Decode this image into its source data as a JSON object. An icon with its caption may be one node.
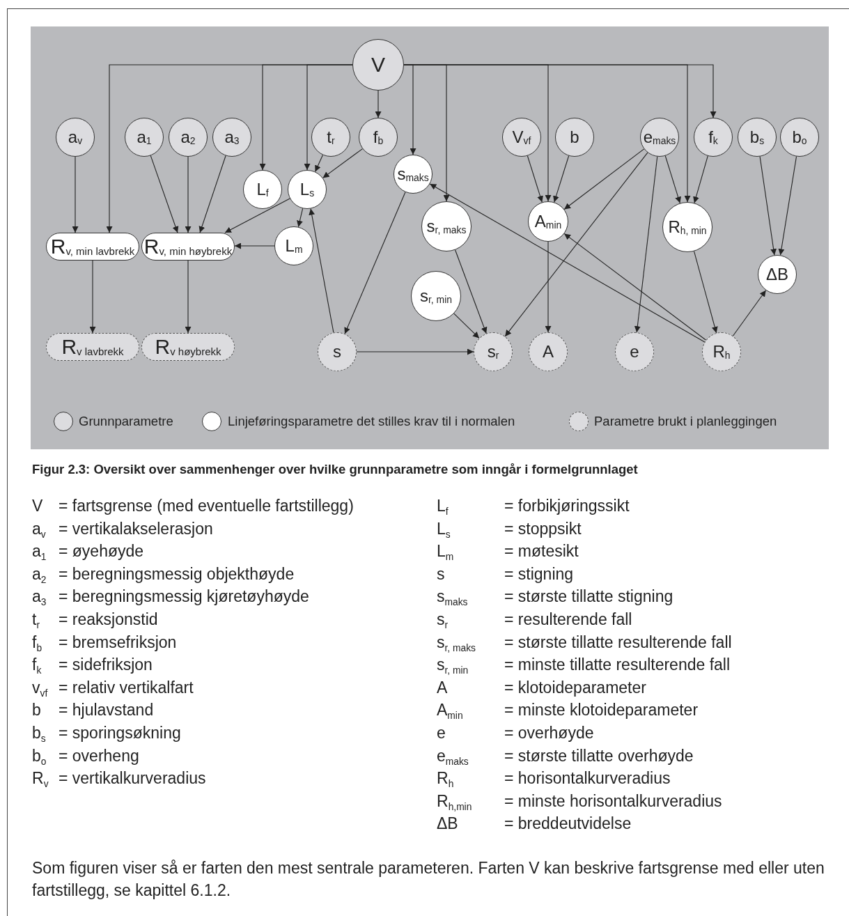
{
  "diagram": {
    "caption": "Figur 2.3: Oversikt over sammenhenger over hvilke grunnparametre som inngår i formelgrunnlaget",
    "nodes": [
      {
        "text": [
          "V"
        ]
      },
      {
        "text": [
          "a$_{v}$"
        ]
      },
      {
        "text": [
          "a$_{1}$"
        ]
      },
      {
        "text": [
          "a$_{2}$"
        ]
      },
      {
        "text": [
          "a$_{3}$"
        ]
      },
      {
        "text": [
          "t$_{r}$"
        ]
      },
      {
        "text": [
          "f$_{b}$"
        ]
      },
      {
        "text": [
          "V$_{vf}$"
        ]
      },
      {
        "text": [
          "b"
        ]
      },
      {
        "text": [
          "e$_{maks}$"
        ]
      },
      {
        "text": [
          "f$_{k}$"
        ]
      },
      {
        "text": [
          "b$_{s}$"
        ]
      },
      {
        "text": [
          "b$_{o}$"
        ]
      },
      {
        "text": [
          "s$_{maks}$"
        ]
      },
      {
        "text": [
          "L$_{f}$"
        ]
      },
      {
        "text": [
          "L$_{s}$"
        ]
      },
      {
        "text": [
          "s$_{r, maks}$"
        ]
      },
      {
        "text": [
          "A$_{min}$"
        ]
      },
      {
        "text": [
          "R$_{h, min}$"
        ]
      },
      {
        "text": [
          "R$_{v, min lavbrekk}$"
        ]
      },
      {
        "text": [
          "R$_{v, min høybrekk}$"
        ]
      },
      {
        "text": [
          "L$_{m}$"
        ]
      },
      {
        "text": [
          "ΔB"
        ]
      },
      {
        "text": [
          "s$_{r, min}$"
        ]
      },
      {
        "text": [
          "R$_{v lavbrekk}$"
        ]
      },
      {
        "text": [
          "R$_{v høybrekk}$"
        ]
      },
      {
        "text": [
          "s"
        ]
      },
      {
        "text": [
          "s$_{r}$"
        ]
      },
      {
        "text": [
          "A"
        ]
      },
      {
        "text": [
          "e"
        ]
      },
      {
        "text": [
          "R$_{h}$"
        ]
      }
    ],
    "edges": [
      {
        "from": 0,
        "to": 19,
        "arrow": "to"
      },
      {
        "from": 0,
        "to": 14,
        "arrow": "to"
      },
      {
        "from": 0,
        "to": 15,
        "arrow": "to"
      },
      {
        "from": 0,
        "to": 6,
        "arrow": "to"
      },
      {
        "from": 0,
        "to": 13,
        "arrow": "to"
      },
      {
        "from": 0,
        "to": 16,
        "arrow": "to"
      },
      {
        "from": 0,
        "to": 17,
        "arrow": "to"
      },
      {
        "from": 0,
        "to": 18,
        "arrow": "to"
      },
      {
        "from": 0,
        "to": 10,
        "arrow": "to"
      },
      {
        "from": 1,
        "to": 19,
        "arrow": "to"
      },
      {
        "from": 2,
        "to": 20,
        "arrow": "to"
      },
      {
        "from": 3,
        "to": 20,
        "arrow": "to"
      },
      {
        "from": 4,
        "to": 20,
        "arrow": "to"
      },
      {
        "from": 5,
        "to": 15,
        "arrow": "to"
      },
      {
        "from": 6,
        "to": 15,
        "arrow": "to"
      },
      {
        "from": 15,
        "to": 20,
        "arrow": "to"
      },
      {
        "from": 15,
        "to": 21,
        "arrow": "to"
      },
      {
        "from": 21,
        "to": 20,
        "arrow": "to"
      },
      {
        "from": 26,
        "to": 15,
        "arrow": "to"
      },
      {
        "from": 13,
        "to": 26,
        "arrow": "to"
      },
      {
        "from": 26,
        "to": 27,
        "arrow": "to"
      },
      {
        "from": 19,
        "to": 24,
        "arrow": "to"
      },
      {
        "from": 20,
        "to": 25,
        "arrow": "to"
      },
      {
        "from": 7,
        "to": 17,
        "arrow": "to"
      },
      {
        "from": 8,
        "to": 17,
        "arrow": "to"
      },
      {
        "from": 9,
        "to": 17,
        "arrow": "to"
      },
      {
        "from": 9,
        "to": 27,
        "arrow": "to"
      },
      {
        "from": 9,
        "to": 29,
        "arrow": "to"
      },
      {
        "from": 9,
        "to": 18,
        "arrow": "to"
      },
      {
        "from": 10,
        "to": 18,
        "arrow": "to"
      },
      {
        "from": 16,
        "to": 27,
        "arrow": "to"
      },
      {
        "from": 23,
        "to": 27,
        "arrow": "to"
      },
      {
        "from": 17,
        "to": 28,
        "arrow": "to"
      },
      {
        "from": 18,
        "to": 30,
        "arrow": "to"
      },
      {
        "from": 30,
        "to": 22,
        "arrow": "to"
      },
      {
        "from": 30,
        "to": 13,
        "arrow": "to"
      },
      {
        "from": 30,
        "to": 17,
        "arrow": "to"
      },
      {
        "from": 11,
        "to": 22,
        "arrow": "to"
      },
      {
        "from": 12,
        "to": 22,
        "arrow": "to"
      }
    ],
    "labels": [
      "V",
      "= fartsgrense (med eventuelle fartstillegg)",
      "L$_{f}$",
      "= forbikjøringssikt",
      "a$_{v}$",
      "= vertikalakselerasjon",
      "L$_{s}$",
      "= stoppsikt",
      "a$_{1}$",
      "= øyehøyde",
      "L$_{m}$",
      "= møtesikt",
      "a$_{2}$",
      "= beregningsmessig objekthøyde",
      "s",
      "= stigning",
      "a$_{3}$",
      "= beregningsmessig kjøretøyhøyde",
      "s$_{maks}$",
      "= største tillatte stigning",
      "t$_{r}$",
      "= reaksjonstid",
      "s$_{r}$",
      "= resulterende fall",
      "f$_{b}$",
      "= bremsefriksjon",
      "s$_{r, maks}$",
      "= største tillatte resulterende fall",
      "f$_{k}$",
      "= sidefriksjon",
      "s$_{r, min}$",
      "= minste tillatte resulterende fall",
      "v$_{vf}$",
      "= relativ vertikalfart",
      "A",
      "= klotoideparameter",
      "b",
      "= hjulavstand",
      "A$_{min}$",
      "= minste klotoideparameter",
      "b$_{s}$",
      "= sporingsøkning",
      "e",
      "= overhøyde",
      "b$_{o}$",
      "= overheng",
      "e$_{maks}$",
      "= største tillatte overhøyde",
      "R$_{v}$",
      "= vertikalkurveradius",
      "R$_{h}$",
      "= horisontalkurveradius",
      "R$_{h,min}$",
      "= minste horisontalkurveradius",
      "ΔB",
      "= breddeutvidelse",
      "Som figuren viser så er farten den mest sentrale parameteren. Farten V kan beskrive fartsgrense med eller uten fartstillegg, se kapittel 6.1.2."
    ],
    "legend": [
      {
        "text": "Grunnparametre",
        "color": "#dcdcdf"
      },
      {
        "text": "Linjeføringsparametre det stilles krav til i normalen",
        "color": "#ffffff"
      },
      {
        "text": "Parametre brukt i planleggingen"
      }
    ]
  }
}
